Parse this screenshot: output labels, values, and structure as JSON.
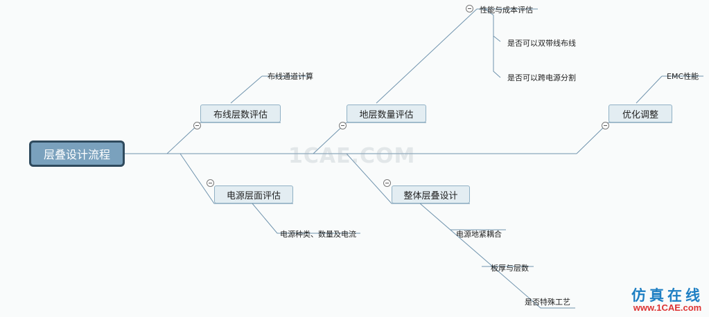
{
  "root": "层叠设计流程",
  "branches": [
    {
      "label": "布线层数评估",
      "children": [
        "布线通道计算"
      ]
    },
    {
      "label": "电源层面评估",
      "children": [
        "电源种类、数量及电流"
      ]
    },
    {
      "label": "地层数量评估",
      "children": [
        "性能与成本评估"
      ]
    },
    {
      "label": "整体层叠设计",
      "children": [
        "电源地紧耦合",
        "板厚与层数",
        "是否特殊工艺"
      ]
    },
    {
      "label": "优化调整",
      "children": [
        "EMC性能"
      ]
    }
  ],
  "sub_children": [
    "是否可以双带线布线",
    "是否可以跨电源分割"
  ],
  "watermark": "1CAE.COM",
  "logo": {
    "text": "仿真在线",
    "url": "www.1CAE.com"
  },
  "colors": {
    "line": "#6f93ad",
    "node_fill": "#e3edf2",
    "node_border": "#8fb0c4",
    "root_fill": "#7aa1bd",
    "root_border": "#2f4a5d"
  }
}
